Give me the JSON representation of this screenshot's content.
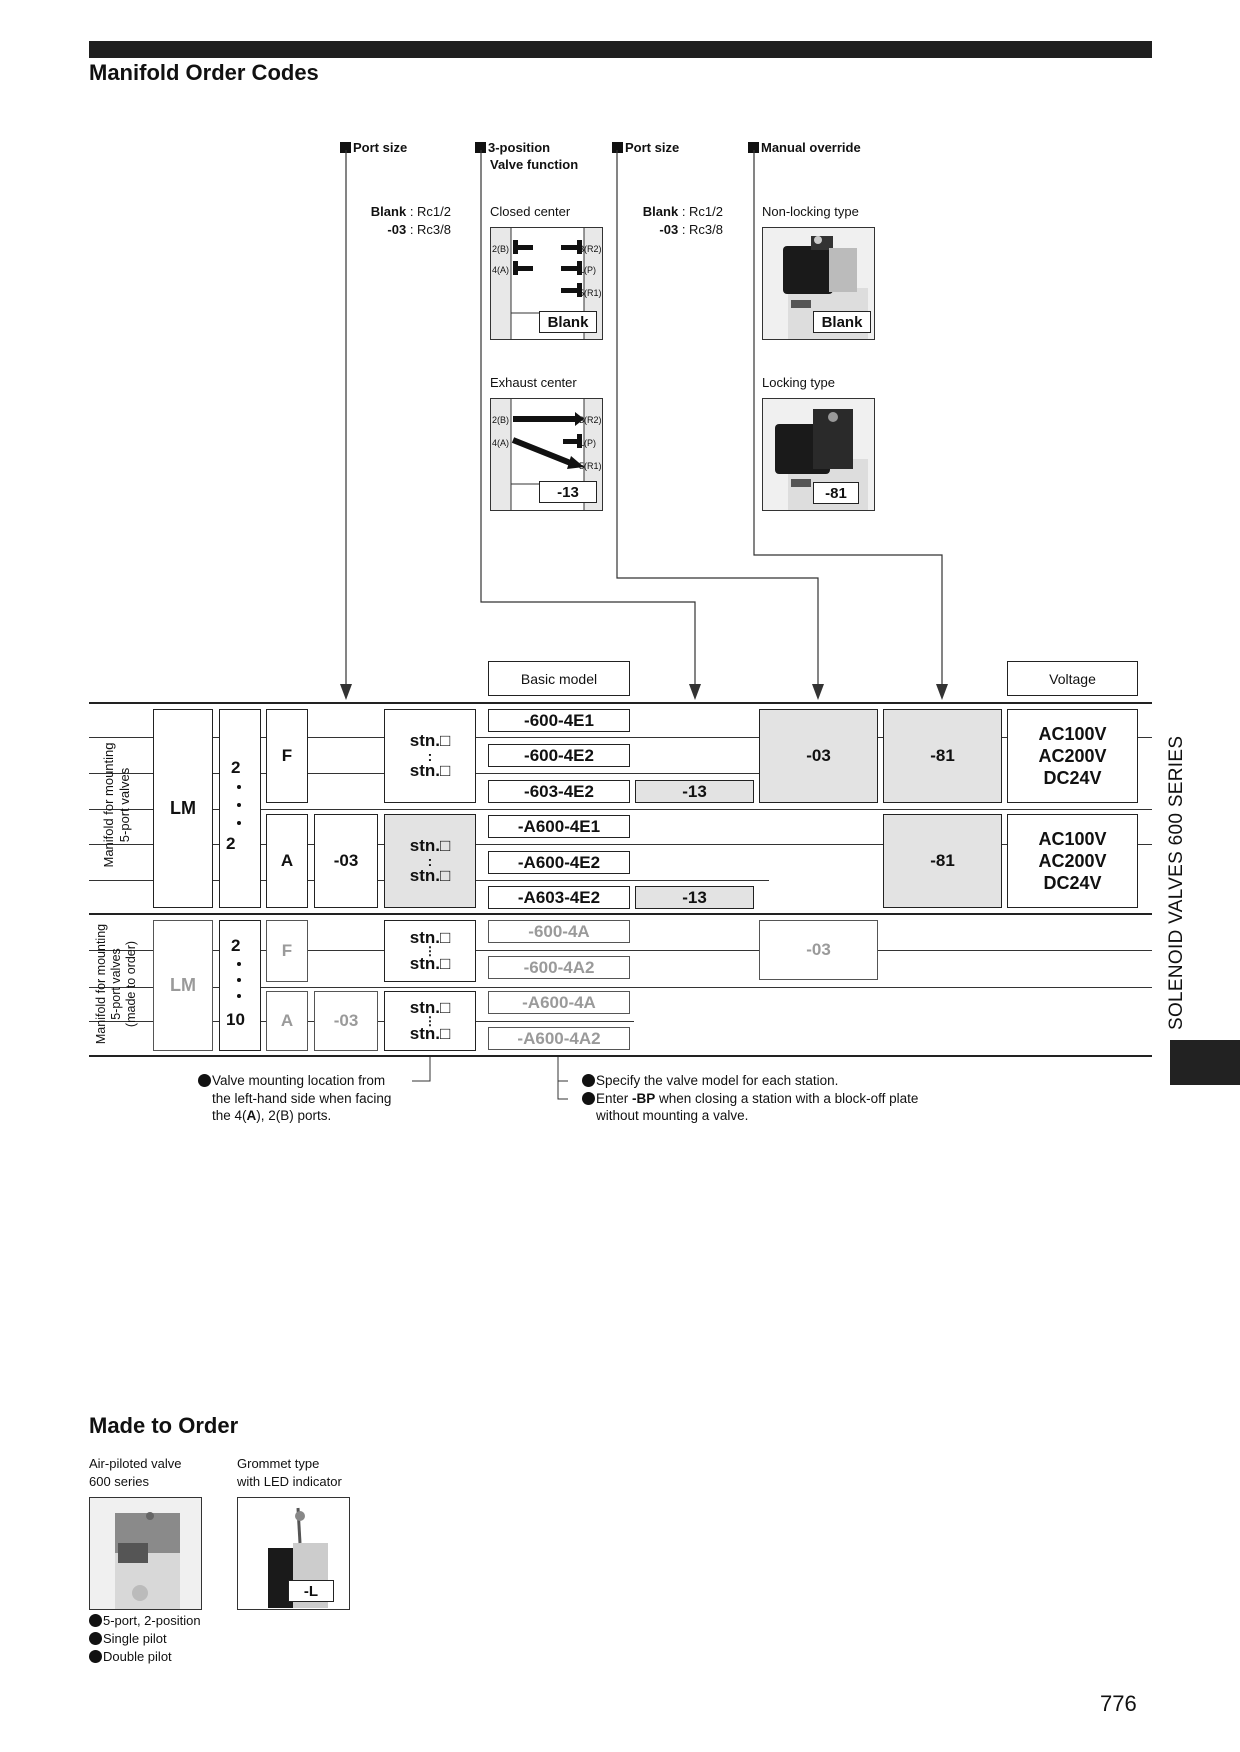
{
  "page_title": "Manifold Order Codes",
  "headers": {
    "port_size_1": "Port size",
    "three_position": "3-position",
    "valve_function": "Valve function",
    "port_size_2": "Port size",
    "manual_override": "Manual override"
  },
  "port_size_options": {
    "blank_key": "Blank",
    "blank_val": " : Rc1/2",
    "d03_key": "-03",
    "d03_val": " : Rc3/8"
  },
  "valve_function": {
    "closed_center": "Closed center",
    "closed_code": "Blank",
    "exhaust_center": "Exhaust center",
    "exhaust_code": "-13",
    "ports": {
      "p2": "2(B)",
      "p4": "4(A)",
      "p3": "3(R2)",
      "p1": "1(P)",
      "p5": "5(R1)"
    }
  },
  "manual_override": {
    "non_locking": "Non-locking type",
    "non_locking_code": "Blank",
    "locking": "Locking type",
    "locking_code": "-81"
  },
  "table": {
    "basic_model_header": "Basic model",
    "voltage_header": "Voltage",
    "row1_label_line1": "Manifold for mounting",
    "row1_label_line2": "5-port valves",
    "row2_label_line1": "Manifold for mounting",
    "row2_label_line2": "5-port valves",
    "row2_label_line3": "(made to order)",
    "lm": "LM",
    "stations_top": "2",
    "stations_bottom": "10",
    "f": "F",
    "a": "A",
    "port03": "-03",
    "stn": "stn.□",
    "models_a": [
      "-600-4E1",
      "-600-4E2",
      "-603-4E2"
    ],
    "models_b": [
      "-A600-4E1",
      "-A600-4E2",
      "-A603-4E2"
    ],
    "models_c": [
      "-600-4A",
      "-600-4A2"
    ],
    "models_d": [
      "-A600-4A",
      "-A600-4A2"
    ],
    "exhaust13": "-13",
    "opt03": "-03",
    "opt81": "-81",
    "voltages": [
      "AC100V",
      "AC200V",
      "DC24V"
    ]
  },
  "notes": {
    "left_1": "Valve mounting location from",
    "left_2": "the left-hand side when facing",
    "left_3a": "the 4(",
    "left_3b": "A",
    "left_3c": "), 2(B) ports.",
    "right_1": "Specify the valve model for each station.",
    "right_2a": "Enter ",
    "right_2b": "-BP",
    "right_2c": " when closing a station with a block-off plate",
    "right_3": "without mounting a valve."
  },
  "made_to_order": {
    "title": "Made to Order",
    "item1_line1": "Air-piloted valve",
    "item1_line2": "600 series",
    "item2_line1": "Grommet type",
    "item2_line2": "with LED indicator",
    "item2_code": "-L",
    "bullets": [
      "5-port, 2-position",
      "Single pilot",
      "Double pilot"
    ]
  },
  "side_label": "SOLENOID VALVES 600 SERIES",
  "page_number": "776"
}
